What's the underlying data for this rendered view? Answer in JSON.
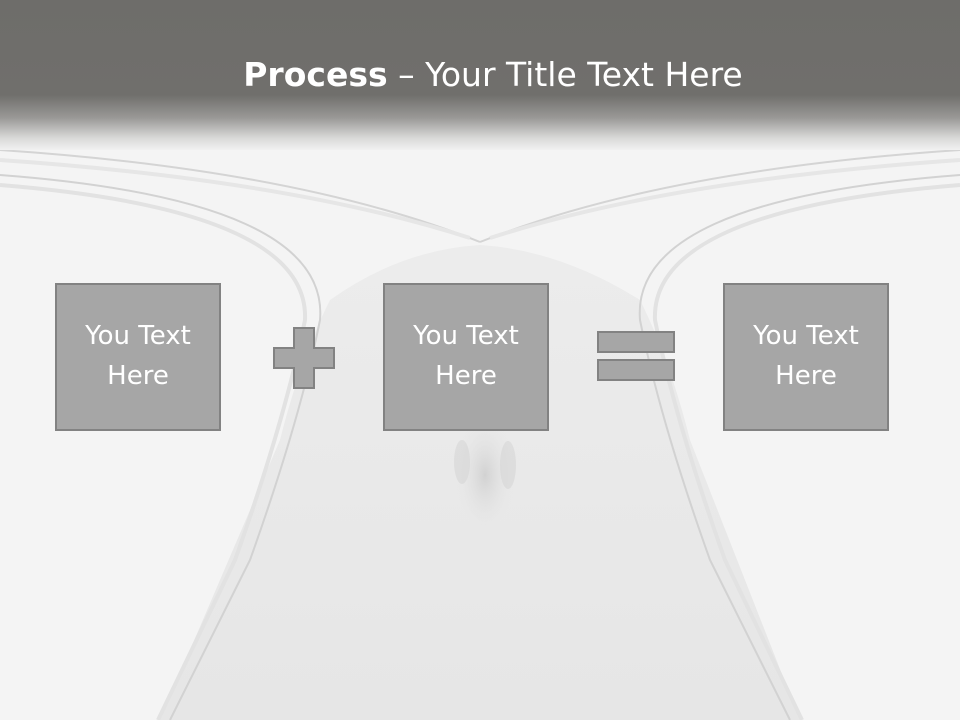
{
  "title": {
    "strong": "Process",
    "rest": " – Your Title Text Here"
  },
  "process": {
    "boxes": [
      {
        "label": "You Text\nHere"
      },
      {
        "label": "You Text\nHere"
      },
      {
        "label": "You Text\nHere"
      }
    ],
    "operators": [
      "plus-icon",
      "equals-icon"
    ]
  },
  "colors": {
    "header": "#706f6c",
    "box_fill": "#a6a6a6",
    "box_border": "#828282",
    "text": "#ffffff",
    "background": "#f3f3f3"
  }
}
